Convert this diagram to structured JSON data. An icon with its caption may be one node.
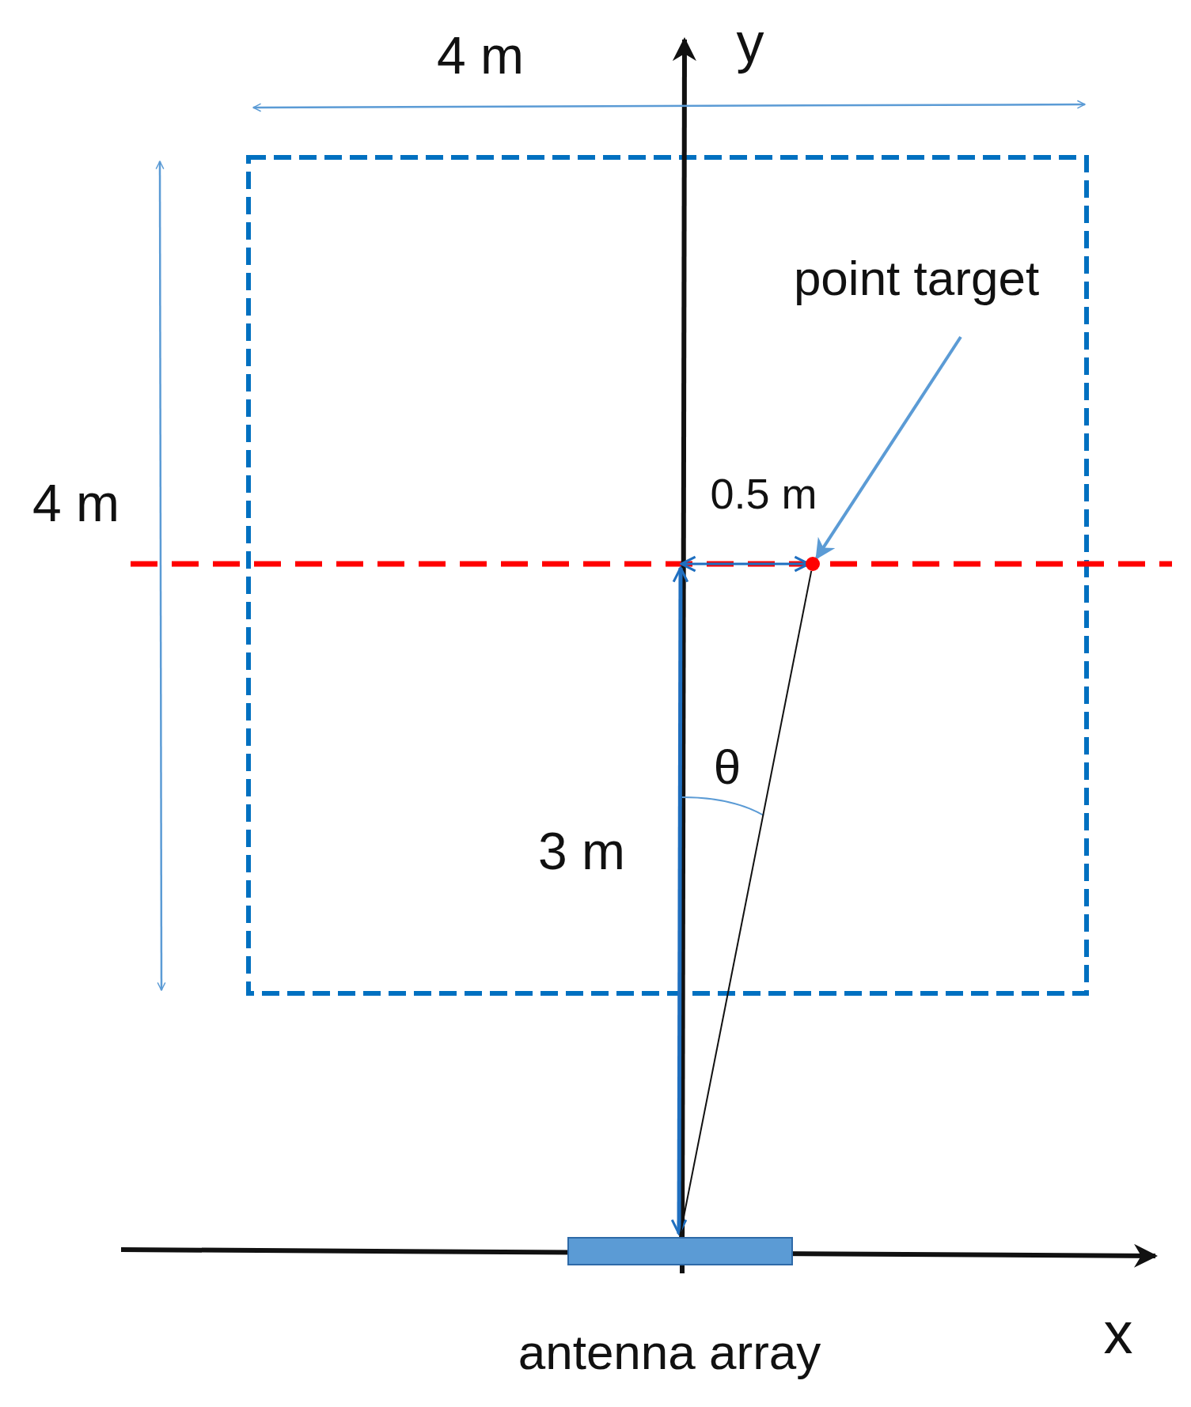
{
  "diagram": {
    "nodes": [
      {
        "text": [
          "point target"
        ]
      },
      {
        "text": [],
        "shape": "circle"
      },
      {
        "text": [
          "antenna array"
        ]
      }
    ],
    "edges": [
      {
        "from": 0,
        "to": 1,
        "arrow": "to"
      },
      {
        "from": 2,
        "to": 1,
        "arrow": "none",
        "color": "#111111"
      }
    ],
    "labels": [
      "y",
      "4 m",
      "4 m",
      "0.5 m",
      "θ",
      "3 m",
      "x"
    ]
  }
}
